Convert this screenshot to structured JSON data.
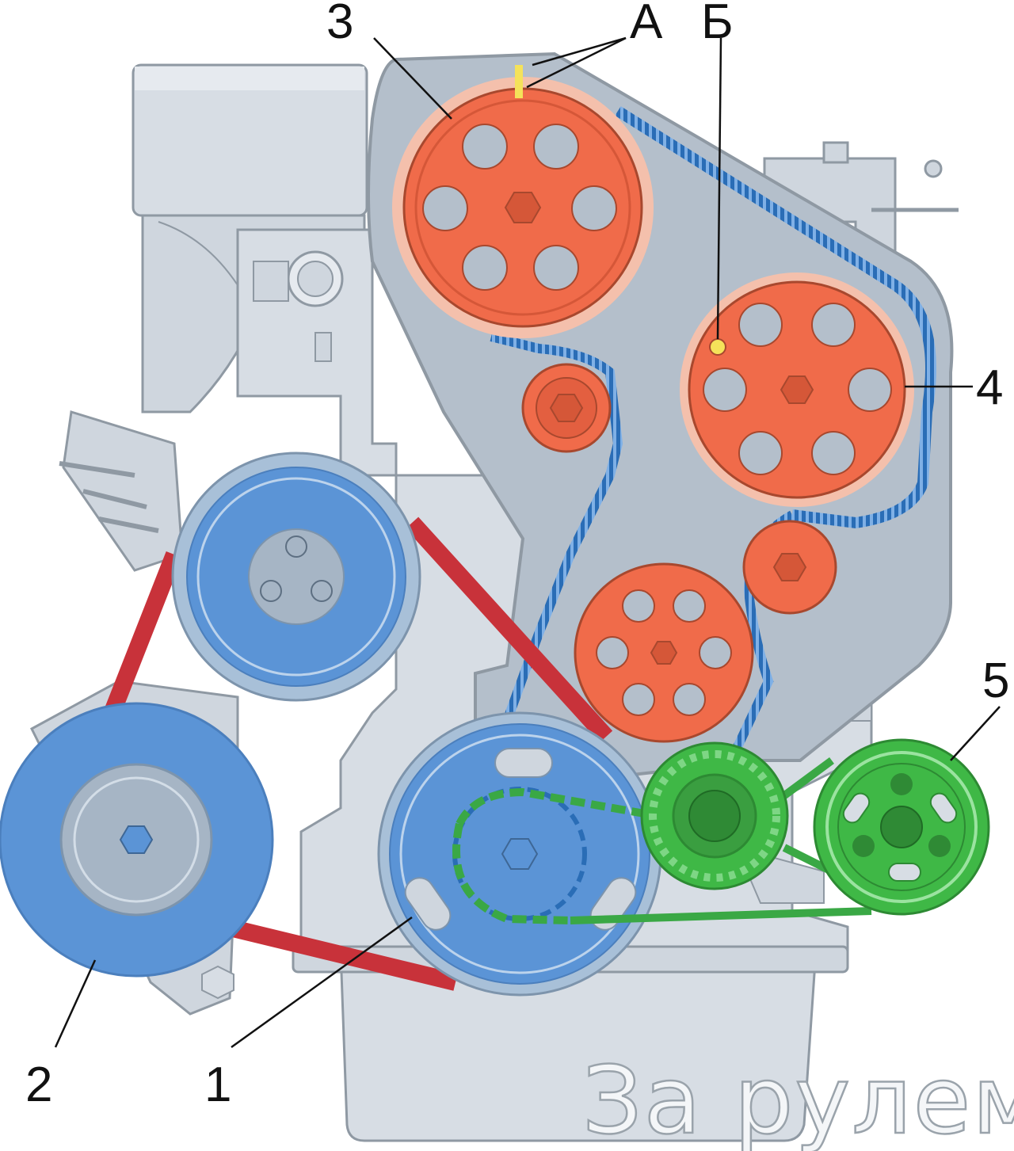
{
  "labels": {
    "crankshaft": "1",
    "generator": "2",
    "camshaft_pulley": "3",
    "intermediate_pulley": "4",
    "tensioner": "5",
    "mark_a": "А",
    "mark_b": "Б"
  },
  "watermark": "За рулем",
  "colors": {
    "engine_body": "#d7dde4",
    "engine_outline": "#8f99a3",
    "timing_cover": "#b4bfcb",
    "timing_pulley": "#f06b4a",
    "timing_belt": "#2a6db6",
    "accessory_pulley": "#5b94d6",
    "accessory_belt": "#c8323a",
    "green_tensioner": "#3fb846",
    "green_belt": "#3aa845",
    "timing_mark": "#f5e25a"
  },
  "icons": {
    "bolt": "hex-bolt-icon"
  }
}
